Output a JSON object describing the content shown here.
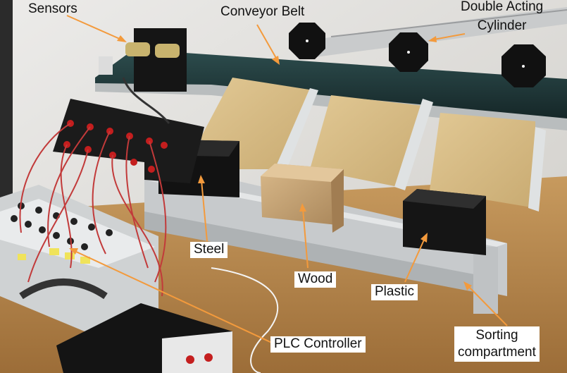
{
  "labels": {
    "sensors": "Sensors",
    "conveyor_belt": "Conveyor Belt",
    "double_acting_line1": "Double Acting",
    "double_acting_line2": "Cylinder",
    "steel": "Steel",
    "wood": "Wood",
    "plastic": "Plastic",
    "plc_controller": "PLC Controller",
    "sorting_line1": "Sorting",
    "sorting_line2": "compartment"
  },
  "colors": {
    "arrow": "#f39a3c",
    "belt": "#1f3b3c",
    "wood_panel": "#d9c08c",
    "frame": "#bfc3c6"
  }
}
